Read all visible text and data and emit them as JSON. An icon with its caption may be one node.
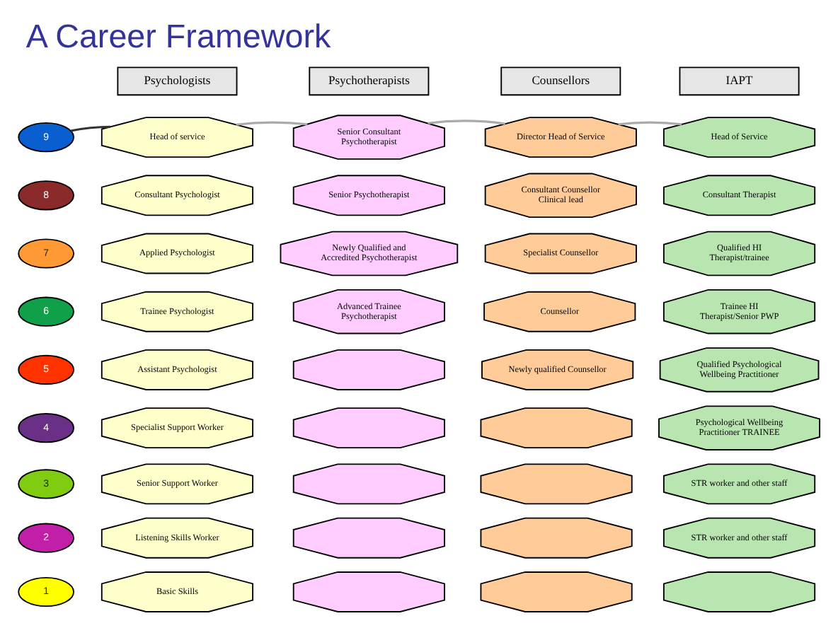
{
  "diagram": {
    "title": "A Career Framework",
    "nodes": [
      {
        "text": [
          "Psychologists"
        ]
      },
      {
        "text": [
          "Psychotherapists"
        ]
      },
      {
        "text": [
          "Counsellors"
        ]
      },
      {
        "text": [
          "IAPT"
        ]
      },
      {
        "text": [
          "9"
        ]
      },
      {
        "text": [
          "Head of service"
        ]
      },
      {
        "text": [
          "Senior Consultant Psychotherapist"
        ]
      },
      {
        "text": [
          "Director Head of Service"
        ]
      },
      {
        "text": [
          "Head of Service"
        ]
      },
      {
        "text": [
          "8"
        ]
      },
      {
        "text": [
          "Consultant Psychologist"
        ]
      },
      {
        "text": [
          "Senior Psychotherapist"
        ]
      },
      {
        "text": [
          "Consultant Counsellor Clinical lead"
        ]
      },
      {
        "text": [
          "Consultant Therapist"
        ]
      },
      {
        "text": [
          "7"
        ]
      },
      {
        "text": [
          "Applied Psychologist"
        ]
      },
      {
        "text": [
          "Newly Qualified and Accredited Psychotherapist"
        ]
      },
      {
        "text": [
          "Specialist Counsellor"
        ]
      },
      {
        "text": [
          "Qualified HI Therapist/trainee"
        ]
      },
      {
        "text": [
          "6"
        ]
      },
      {
        "text": [
          "Trainee Psychologist"
        ]
      },
      {
        "text": [
          "Advanced Trainee Psychotherapist"
        ]
      },
      {
        "text": [
          "Counsellor"
        ]
      },
      {
        "text": [
          "Trainee HI Therapist/Senior PWP"
        ]
      },
      {
        "text": [
          "5"
        ]
      },
      {
        "text": [
          "Assistant Psychologist"
        ]
      },
      {
        "text": [],
        "shape": "octagon"
      },
      {
        "text": [
          "Newly qualified Counsellor"
        ]
      },
      {
        "text": [
          "Qualified Psychological Wellbeing Practitioner"
        ]
      },
      {
        "text": [
          "4"
        ]
      },
      {
        "text": [
          "Specialist Support Worker"
        ]
      },
      {
        "text": [],
        "shape": "octagon"
      },
      {
        "text": [],
        "shape": "octagon"
      },
      {
        "text": [
          "Psychological Wellbeing Practitioner TRAINEE"
        ]
      },
      {
        "text": [
          "3"
        ]
      },
      {
        "text": [
          "Senior Support Worker"
        ]
      },
      {
        "text": [],
        "shape": "octagon"
      },
      {
        "text": [],
        "shape": "octagon"
      },
      {
        "text": [
          "STR worker and other staff"
        ]
      },
      {
        "text": [
          "2"
        ]
      },
      {
        "text": [
          "Listening Skills Worker"
        ]
      },
      {
        "text": [],
        "shape": "octagon"
      },
      {
        "text": [],
        "shape": "octagon"
      },
      {
        "text": [
          "STR worker and other staff"
        ]
      },
      {
        "text": [
          "1"
        ]
      },
      {
        "text": [
          "Basic Skills"
        ]
      },
      {
        "text": [],
        "shape": "octagon"
      },
      {
        "text": [],
        "shape": "octagon"
      },
      {
        "text": [],
        "shape": "octagon"
      }
    ],
    "edges": [
      {
        "from": 4,
        "to": 5,
        "arrow": "none",
        "color": "#333333"
      },
      {
        "from": 5,
        "to": 6,
        "arrow": "none"
      },
      {
        "from": 6,
        "to": 7,
        "arrow": "none"
      },
      {
        "from": 7,
        "to": 8,
        "arrow": "none"
      }
    ]
  }
}
